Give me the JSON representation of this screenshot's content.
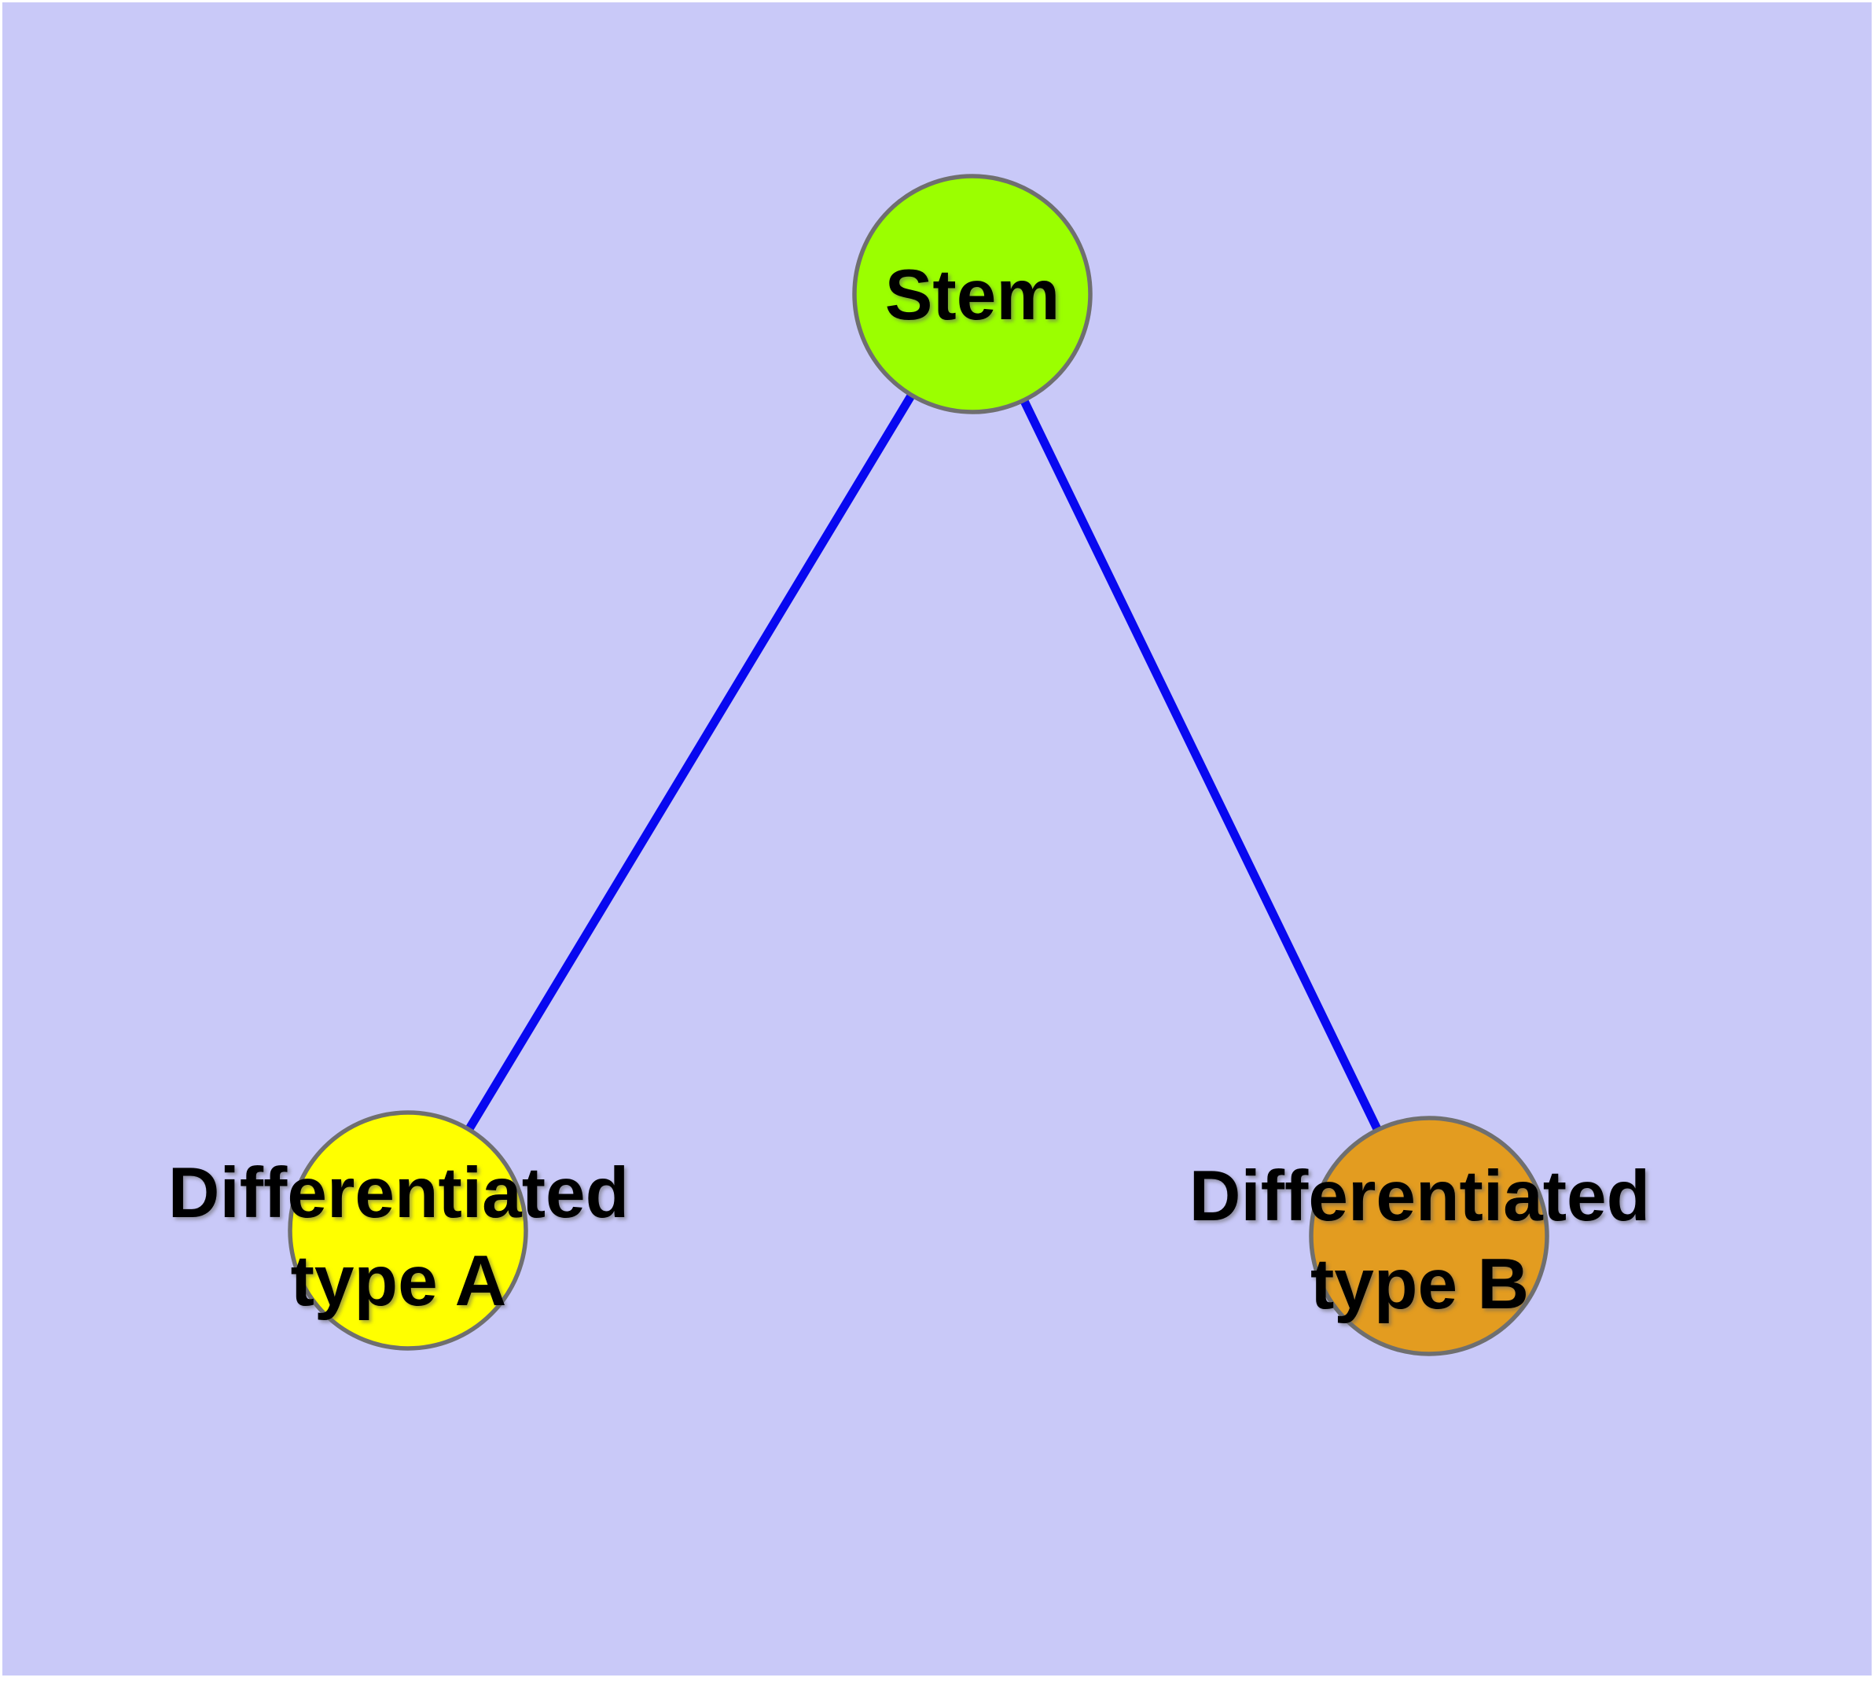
{
  "diagram": {
    "type": "graph",
    "background_color": "#c9c9f8",
    "page_margin_color": "#ffffff",
    "edge_color": "#0808f0",
    "node_border_color": "#6f6f6f",
    "label_color": "#000000",
    "nodes": {
      "stem": {
        "label": "Stem",
        "fill": "#9bff00"
      },
      "type_a": {
        "label_line1": "Differentiated",
        "label_line2": "type A",
        "fill": "#ffff00"
      },
      "type_b": {
        "label_line1": "Differentiated",
        "label_line2": "type B",
        "fill": "#e39c20"
      }
    },
    "edges": [
      {
        "from": "Stem",
        "to": "Differentiated type A"
      },
      {
        "from": "Stem",
        "to": "Differentiated type B"
      }
    ]
  }
}
